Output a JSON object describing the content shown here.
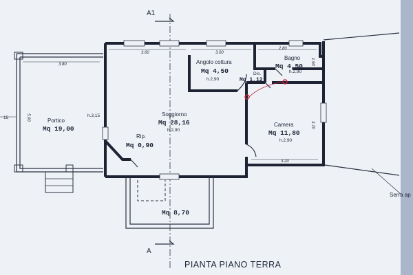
{
  "section_markers": {
    "top": "A1",
    "bottom": "A"
  },
  "rooms": {
    "portico": {
      "name": "Portico",
      "area": "Mq 19,00",
      "dim_top": "3.80",
      "dim_side": "5.00",
      "height": "h.3,15"
    },
    "soggiorno": {
      "name": "Soggiorno",
      "area": "Mq 28,16",
      "height": "h.2,90",
      "dim_top": "3.60"
    },
    "angolo_cottura": {
      "name": "Angolo cottura",
      "area": "Mq 4,50",
      "height": "h.2,90",
      "dim_top": "3.00"
    },
    "bagno": {
      "name": "Bagno",
      "area": "Mq 4,50",
      "height": "h.2,90",
      "dim_top": "2.80",
      "dim_side": "1.90"
    },
    "disimpegno": {
      "name": "Dis.",
      "area": "Mq 1,12"
    },
    "camera": {
      "name": "Camera",
      "area": "Mq 11,80",
      "height": "h.2,90",
      "dim_bottom": "3.20",
      "dim_side": "3.70"
    },
    "ripostiglio": {
      "name": "Rip.",
      "area": "Mq 0,90"
    },
    "terrace": {
      "area": "Mq 8,70"
    }
  },
  "left_edge_label": "15",
  "serra_label": "Serra ap",
  "plan_title": "PIANTA PIANO TERRA",
  "colors": {
    "paper": "#eef1f6",
    "ink": "#1d2333",
    "marker": "#c0233a",
    "background": "#b9c7dc"
  }
}
